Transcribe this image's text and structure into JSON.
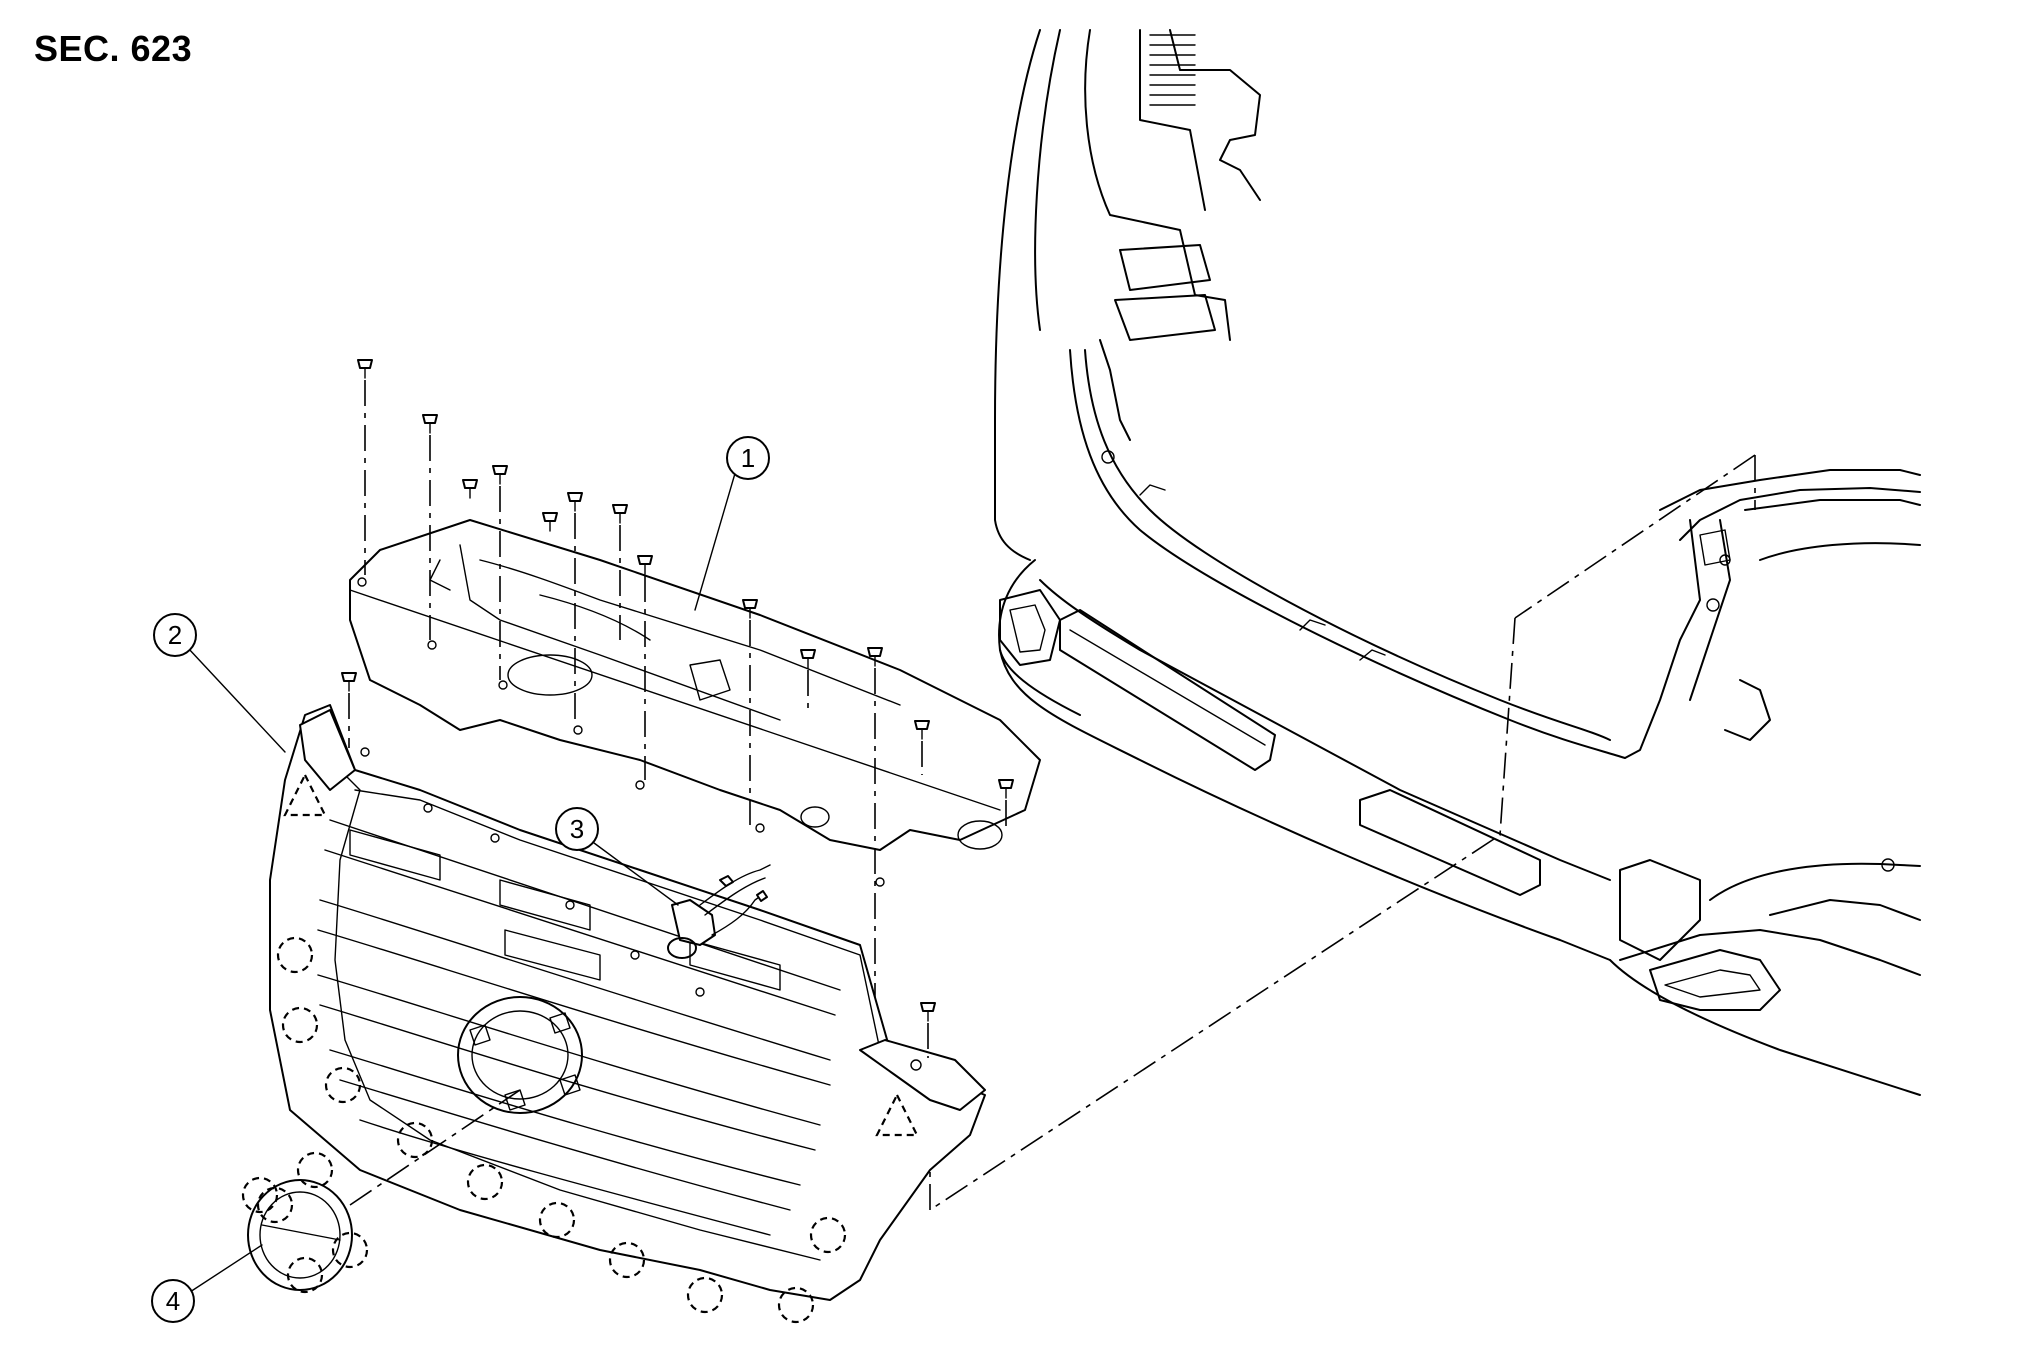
{
  "section_label": "SEC. 623",
  "callouts": [
    {
      "number": "1",
      "part": "upper-grille-cover"
    },
    {
      "number": "2",
      "part": "front-grille"
    },
    {
      "number": "3",
      "part": "grille-sensor-bracket"
    },
    {
      "number": "4",
      "part": "grille-emblem"
    }
  ],
  "icons": {
    "clip": "dashed-circle-clip-icon",
    "pawl": "dashed-triangle-pawl-icon",
    "screw": "clip-screw-icon"
  },
  "colors": {
    "line": "#000000",
    "background": "#ffffff"
  }
}
